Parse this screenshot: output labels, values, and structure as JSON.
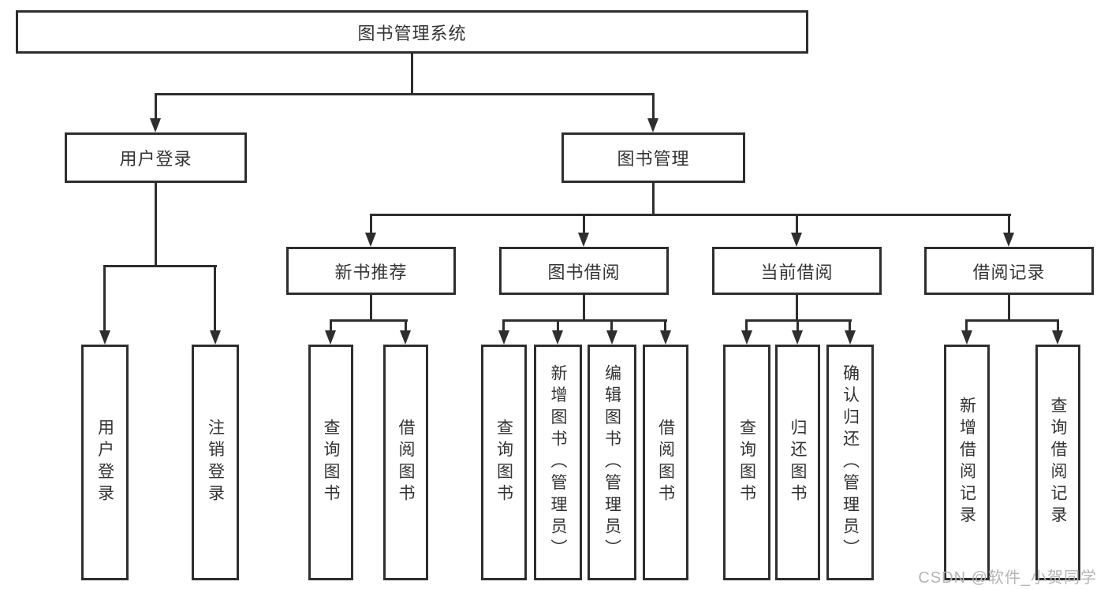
{
  "tree": {
    "root": {
      "label": "图书管理系统"
    },
    "level2": [
      {
        "label": "用户登录"
      },
      {
        "label": "图书管理"
      }
    ],
    "level3": [
      {
        "label": "新书推荐",
        "parent": "图书管理"
      },
      {
        "label": "图书借阅",
        "parent": "图书管理"
      },
      {
        "label": "当前借阅",
        "parent": "图书管理"
      },
      {
        "label": "借阅记录",
        "parent": "图书管理"
      }
    ],
    "leaves": [
      {
        "label": "用户登录",
        "parent": "用户登录"
      },
      {
        "label": "注销登录",
        "parent": "用户登录"
      },
      {
        "label": "查询图书",
        "parent": "新书推荐"
      },
      {
        "label": "借阅图书",
        "parent": "新书推荐"
      },
      {
        "label": "查询图书",
        "parent": "图书借阅"
      },
      {
        "label": "新增图书（管理员）",
        "parent": "图书借阅"
      },
      {
        "label": "编辑图书（管理员）",
        "parent": "图书借阅"
      },
      {
        "label": "借阅图书",
        "parent": "图书借阅"
      },
      {
        "label": "查询图书",
        "parent": "当前借阅"
      },
      {
        "label": "归还图书",
        "parent": "当前借阅"
      },
      {
        "label": "确认归还（管理员）",
        "parent": "当前借阅"
      },
      {
        "label": "新增借阅记录",
        "parent": "借阅记录"
      },
      {
        "label": "查询借阅记录",
        "parent": "借阅记录"
      }
    ]
  },
  "watermark": {
    "text": "CSDN @软件_小贺同学"
  },
  "colors": {
    "line": "#2e2e2e",
    "text": "#333333",
    "background": "#ffffff",
    "watermark": "#b5b5b5"
  }
}
